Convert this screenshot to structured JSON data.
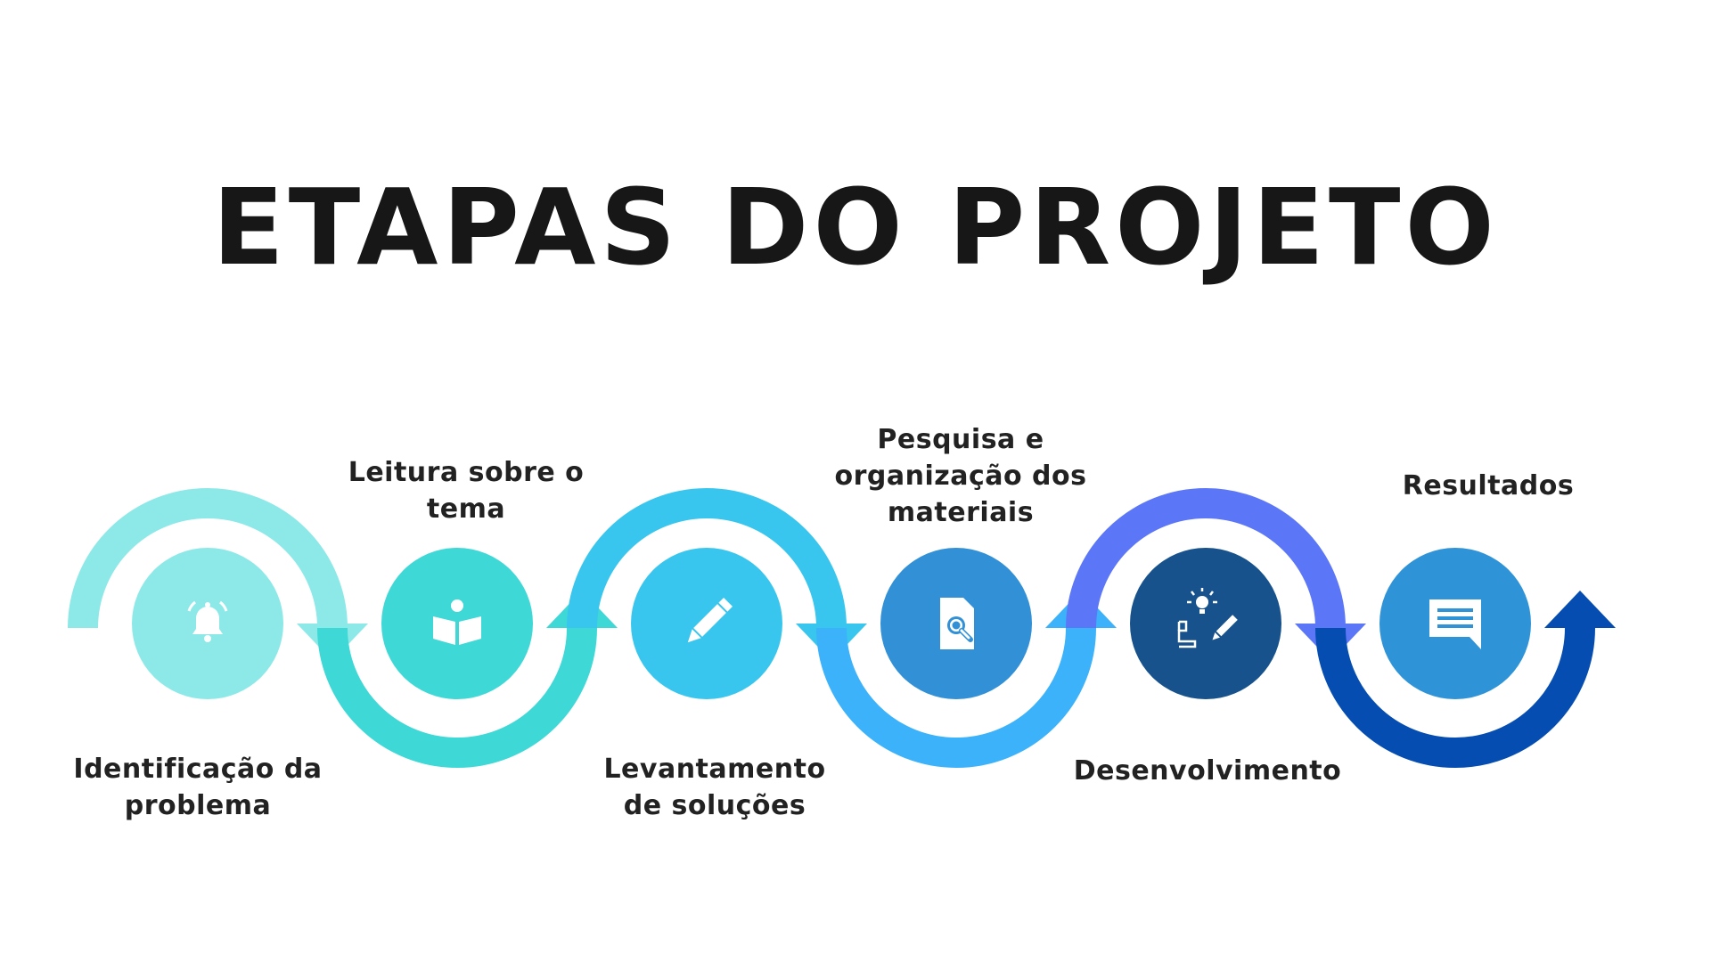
{
  "title": "ETAPAS DO PROJETO",
  "steps": [
    {
      "label": "Identificação da problema",
      "icon": "bell-icon",
      "circle_color": "#8DE9E8",
      "arc_color": "#8DE9E8"
    },
    {
      "label": "Leitura sobre o tema",
      "icon": "book-reader-icon",
      "circle_color": "#3ED8D6",
      "arc_color": "#3ED8D6"
    },
    {
      "label": "Levantamento de soluções",
      "icon": "pencil-icon",
      "circle_color": "#38C6EE",
      "arc_color": "#38C6EE"
    },
    {
      "label": "Pesquisa e organização dos materiais",
      "icon": "document-search-icon",
      "circle_color": "#3190D6",
      "arc_color": "#3BB2FA"
    },
    {
      "label": "Desenvolvimento",
      "icon": "idea-plan-icon",
      "circle_color": "#17528C",
      "arc_color": "#5B76F7"
    },
    {
      "label": "Resultados",
      "icon": "chat-message-icon",
      "circle_color": "#2F93D8",
      "arc_color": "#054DB0"
    }
  ],
  "icon_color": "#FFFFFF"
}
